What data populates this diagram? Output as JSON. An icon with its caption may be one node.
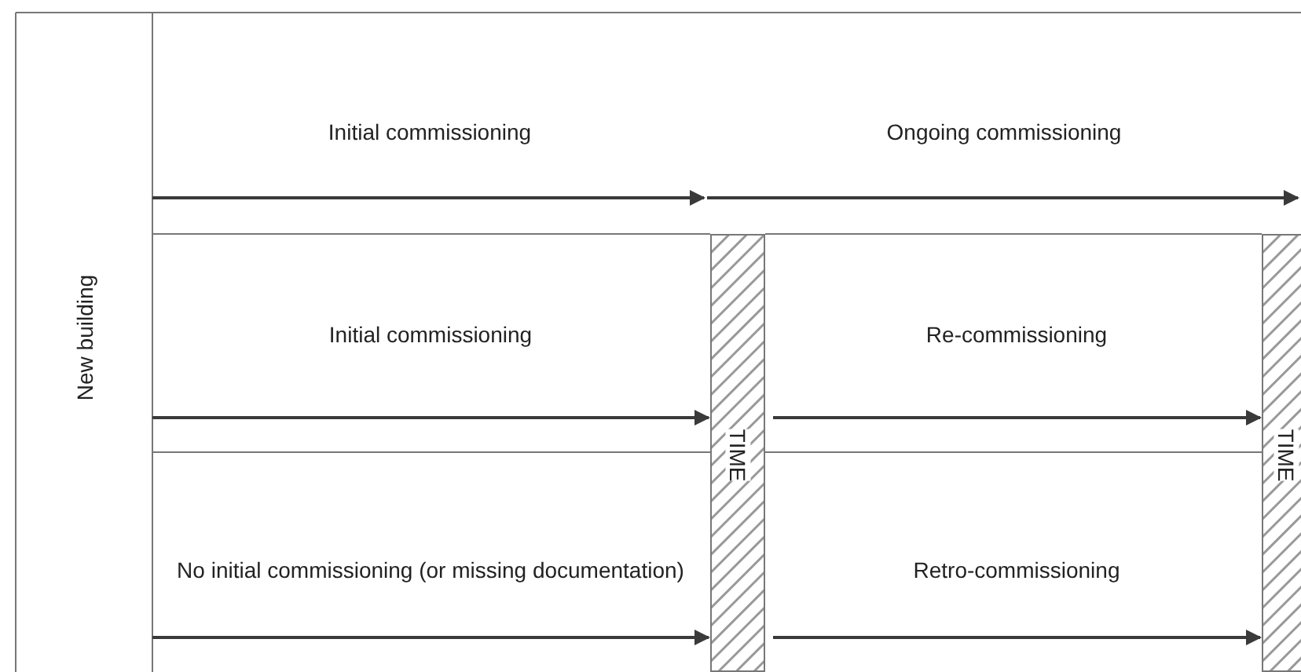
{
  "diagram": {
    "nodes": [
      {
        "text": [
          "New building"
        ]
      },
      {
        "text": [
          "TIME"
        ]
      },
      {
        "text": [
          "TIME"
        ]
      }
    ],
    "edges": [
      {
        "from": null,
        "to": 1,
        "arrow": "to",
        "label": "Initial commissioning"
      },
      {
        "from": 1,
        "to": 2,
        "arrow": "to",
        "label": "Re-commissioning"
      },
      {
        "from": null,
        "to": 1,
        "arrow": "to",
        "label": "No initial commissioning (or missing documentation)"
      },
      {
        "from": 1,
        "to": 2,
        "arrow": "to",
        "label": "Retro-commissioning"
      }
    ],
    "labels": [
      "Initial commissioning",
      "Ongoing commissioning"
    ]
  }
}
